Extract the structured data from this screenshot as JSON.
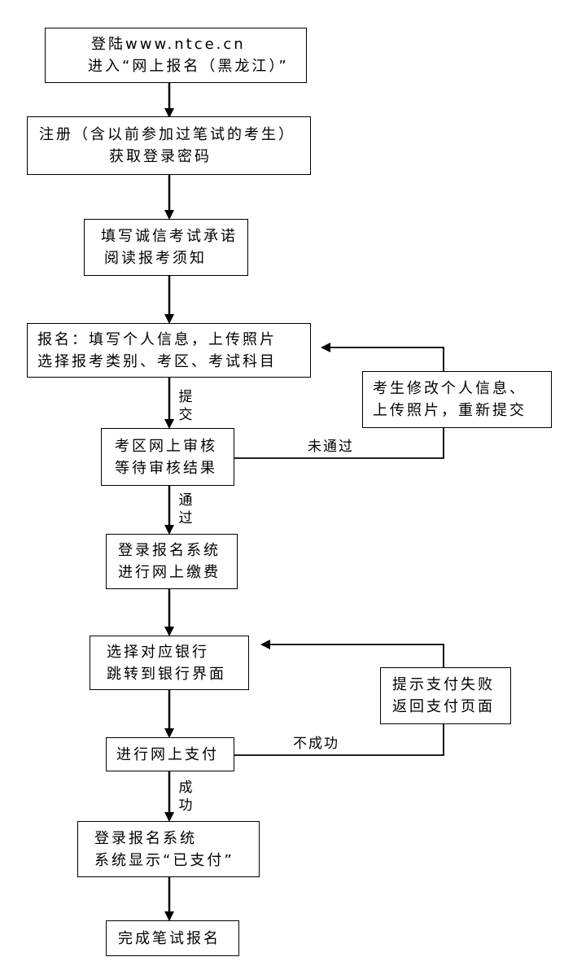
{
  "flow": {
    "step1": {
      "line1": "登陆www.ntce.cn",
      "line2": "进入“网上报名（黑龙江）”"
    },
    "step2": {
      "line1": "注册（含以前参加过笔试的考生）",
      "line2": "获取登录密码"
    },
    "step3": {
      "line1": "填写诚信考试承诺",
      "line2": "阅读报考须知"
    },
    "step4": {
      "line1": "报名：填写个人信息，上传照片",
      "line2": "选择报考类别、考区、考试科目"
    },
    "step5": {
      "line1": "考区网上审核",
      "line2": "等待审核结果"
    },
    "step6": {
      "line1": "登录报名系统",
      "line2": "进行网上缴费"
    },
    "step7": {
      "line1": "选择对应银行",
      "line2": "跳转到银行界面"
    },
    "step8": {
      "line1": "进行网上支付"
    },
    "step9": {
      "line1": "登录报名系统",
      "line2": "系统显示“已支付”"
    },
    "step10": {
      "line1": "完成笔试报名"
    }
  },
  "side": {
    "modify": {
      "line1": "考生修改个人信息、",
      "line2": "上传照片，重新提交"
    },
    "payfail": {
      "line1": "提示支付失败",
      "line2": "返回支付页面"
    }
  },
  "labels": {
    "submit": [
      "提",
      "交"
    ],
    "pass": [
      "通",
      "过"
    ],
    "fail_review": "未通过",
    "success": [
      "成",
      "功"
    ],
    "fail_pay": "不成功"
  }
}
